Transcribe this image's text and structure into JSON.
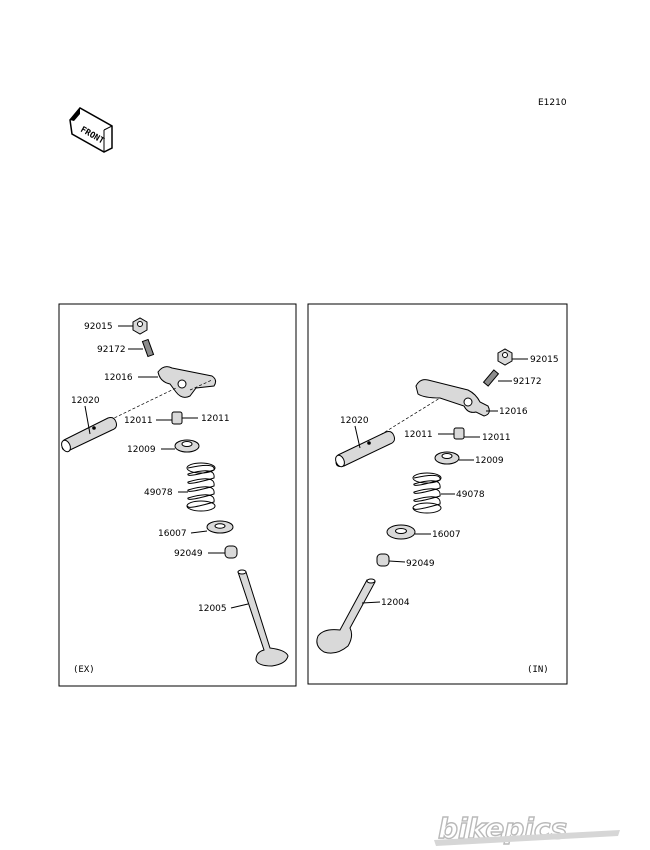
{
  "diagram": {
    "code": "E1210",
    "front_badge": "FRONT",
    "watermark": "bikepics",
    "panels": [
      {
        "id": "ex",
        "tag": "(EX)",
        "labels": [
          "92015",
          "92172",
          "12016",
          "12020",
          "12011",
          "12011",
          "12009",
          "49078",
          "16007",
          "92049",
          "12005"
        ]
      },
      {
        "id": "in",
        "tag": "(IN)",
        "labels": [
          "92015",
          "92172",
          "12016",
          "12020",
          "12011",
          "12011",
          "12009",
          "49078",
          "16007",
          "92049",
          "12004"
        ]
      }
    ]
  }
}
